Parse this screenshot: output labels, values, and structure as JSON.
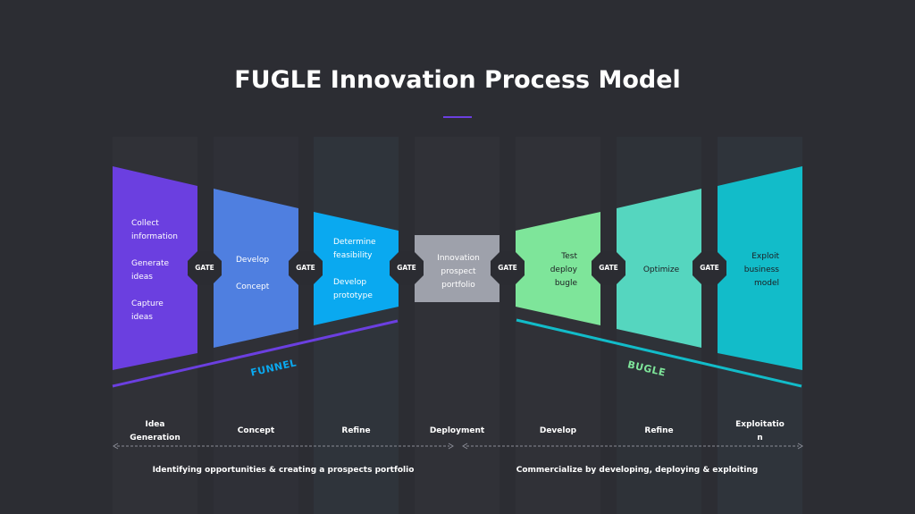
{
  "title": "FUGLE Innovation Process Model",
  "colors": {
    "background": "#2c2d33",
    "accent": "#6b3fe0",
    "stage1": "#6b3fe0",
    "stage2": "#4f7fe0",
    "stage3": "#0aa9f0",
    "stage4": "#9ea1ab",
    "stage5": "#7ee59a",
    "stage6": "#55d6bf",
    "stage7": "#12bcc9",
    "gate": "#2b2c32",
    "funnel_line": "#6b3fe0",
    "bugle_line": "#12bcc9",
    "funnel_text": "#0aa9f0",
    "bugle_text": "#7ee59a"
  },
  "stages": [
    {
      "lines": [
        "Collect",
        "information",
        "",
        "Generate",
        "ideas",
        "",
        "Capture",
        "ideas"
      ]
    },
    {
      "lines": [
        "Develop",
        "",
        "Concept"
      ]
    },
    {
      "lines": [
        "Determine",
        "feasibility",
        "",
        "Develop",
        "prototype"
      ]
    },
    {
      "lines": [
        "Innovation",
        "prospect",
        "portfolio"
      ]
    },
    {
      "lines": [
        "Test",
        "deploy",
        "bugle"
      ]
    },
    {
      "lines": [
        "Optimize"
      ]
    },
    {
      "lines": [
        "Exploit",
        "business",
        "model"
      ]
    }
  ],
  "gate_label": "GATE",
  "funnel_label": "FUNNEL",
  "bugle_label": "BUGLE",
  "stage_labels": [
    [
      "Idea",
      "Generation"
    ],
    [
      "Concept"
    ],
    [
      "Refine"
    ],
    [
      "Deployment"
    ],
    [
      "Develop"
    ],
    [
      "Refine"
    ],
    [
      "Exploitatio",
      "n"
    ]
  ],
  "phases": {
    "left": "Identifying opportunities & creating a prospects portfolio",
    "right": "Commercialize by developing, deploying & exploiting"
  }
}
